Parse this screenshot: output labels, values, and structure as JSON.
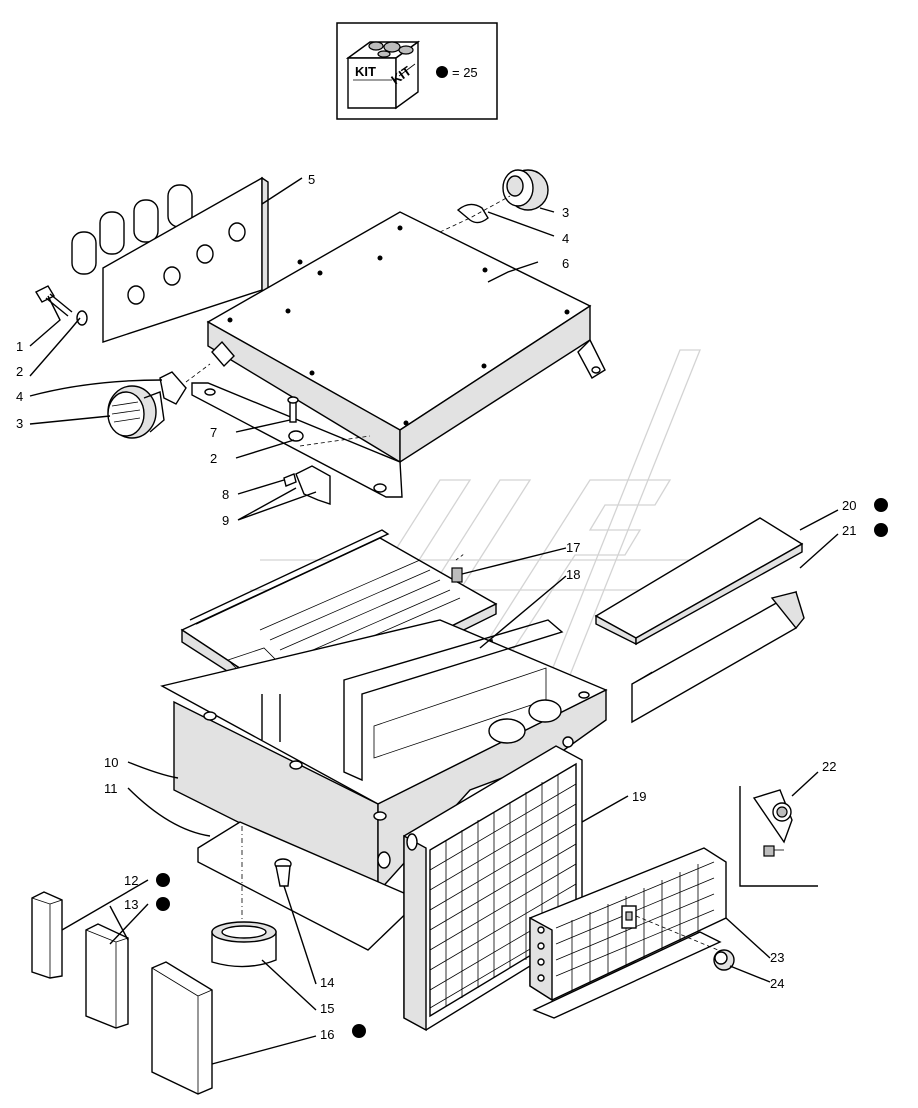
{
  "kit": {
    "badge_left": "KIT",
    "badge_right": "KIT",
    "legend_text": "= 25"
  },
  "callouts": [
    {
      "id": "c1",
      "text": "1"
    },
    {
      "id": "c2a",
      "text": "2"
    },
    {
      "id": "c3a",
      "text": "3"
    },
    {
      "id": "c4a",
      "text": "4"
    },
    {
      "id": "c5",
      "text": "5"
    },
    {
      "id": "c6",
      "text": "6"
    },
    {
      "id": "c4b",
      "text": "4"
    },
    {
      "id": "c3b",
      "text": "3"
    },
    {
      "id": "c7",
      "text": "7"
    },
    {
      "id": "c2b",
      "text": "2"
    },
    {
      "id": "c8",
      "text": "8"
    },
    {
      "id": "c9",
      "text": "9"
    },
    {
      "id": "c17",
      "text": "17"
    },
    {
      "id": "c18",
      "text": "18"
    },
    {
      "id": "c20",
      "text": "20"
    },
    {
      "id": "c21",
      "text": "21"
    },
    {
      "id": "c10",
      "text": "10"
    },
    {
      "id": "c11",
      "text": "11"
    },
    {
      "id": "c19",
      "text": "19"
    },
    {
      "id": "c22",
      "text": "22"
    },
    {
      "id": "c12",
      "text": "12"
    },
    {
      "id": "c13",
      "text": "13"
    },
    {
      "id": "c14",
      "text": "14"
    },
    {
      "id": "c15",
      "text": "15"
    },
    {
      "id": "c16",
      "text": "16"
    },
    {
      "id": "c23",
      "text": "23"
    },
    {
      "id": "c24",
      "text": "24"
    }
  ],
  "kit_marked_items": [
    "12",
    "13",
    "16",
    "20",
    "21"
  ]
}
